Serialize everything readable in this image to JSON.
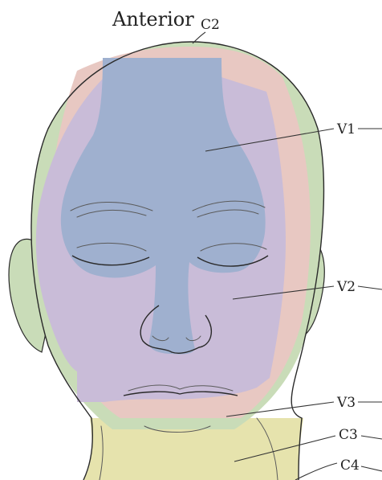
{
  "diagram": {
    "title": "Anterior",
    "regions": [
      {
        "key": "c2",
        "label": "C2",
        "color": "#c9dcb8"
      },
      {
        "key": "v1",
        "label": "V1",
        "color": "#9fb0cf"
      },
      {
        "key": "v2",
        "label": "V2",
        "color": "#c9bcd8"
      },
      {
        "key": "v3",
        "label": "V3",
        "color": "#e8c8c2"
      },
      {
        "key": "c3",
        "label": "C3",
        "color": "#e6e3ad"
      },
      {
        "key": "c4",
        "label": "C4",
        "color": "#e6e3ad"
      }
    ]
  }
}
